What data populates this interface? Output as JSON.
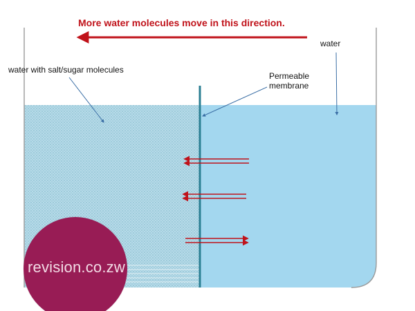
{
  "diagram": {
    "title": "More water molecules move in this direction.",
    "label_water": "water",
    "label_solution": "water with salt/sugar molecules",
    "label_membrane": "Permeable membrane",
    "watermark": "revision.co.zw",
    "colors": {
      "water": "#a3d7ef",
      "solution": "#b7dbe8",
      "solution_dots": "#7fb7cc",
      "membrane": "#2b7f93",
      "arrow_red": "#c0121a",
      "pointer": "#3a6ea5",
      "watermark_badge": "#981c55"
    },
    "flow_arrows": [
      {
        "direction": "left"
      },
      {
        "direction": "left"
      },
      {
        "direction": "right"
      }
    ]
  }
}
